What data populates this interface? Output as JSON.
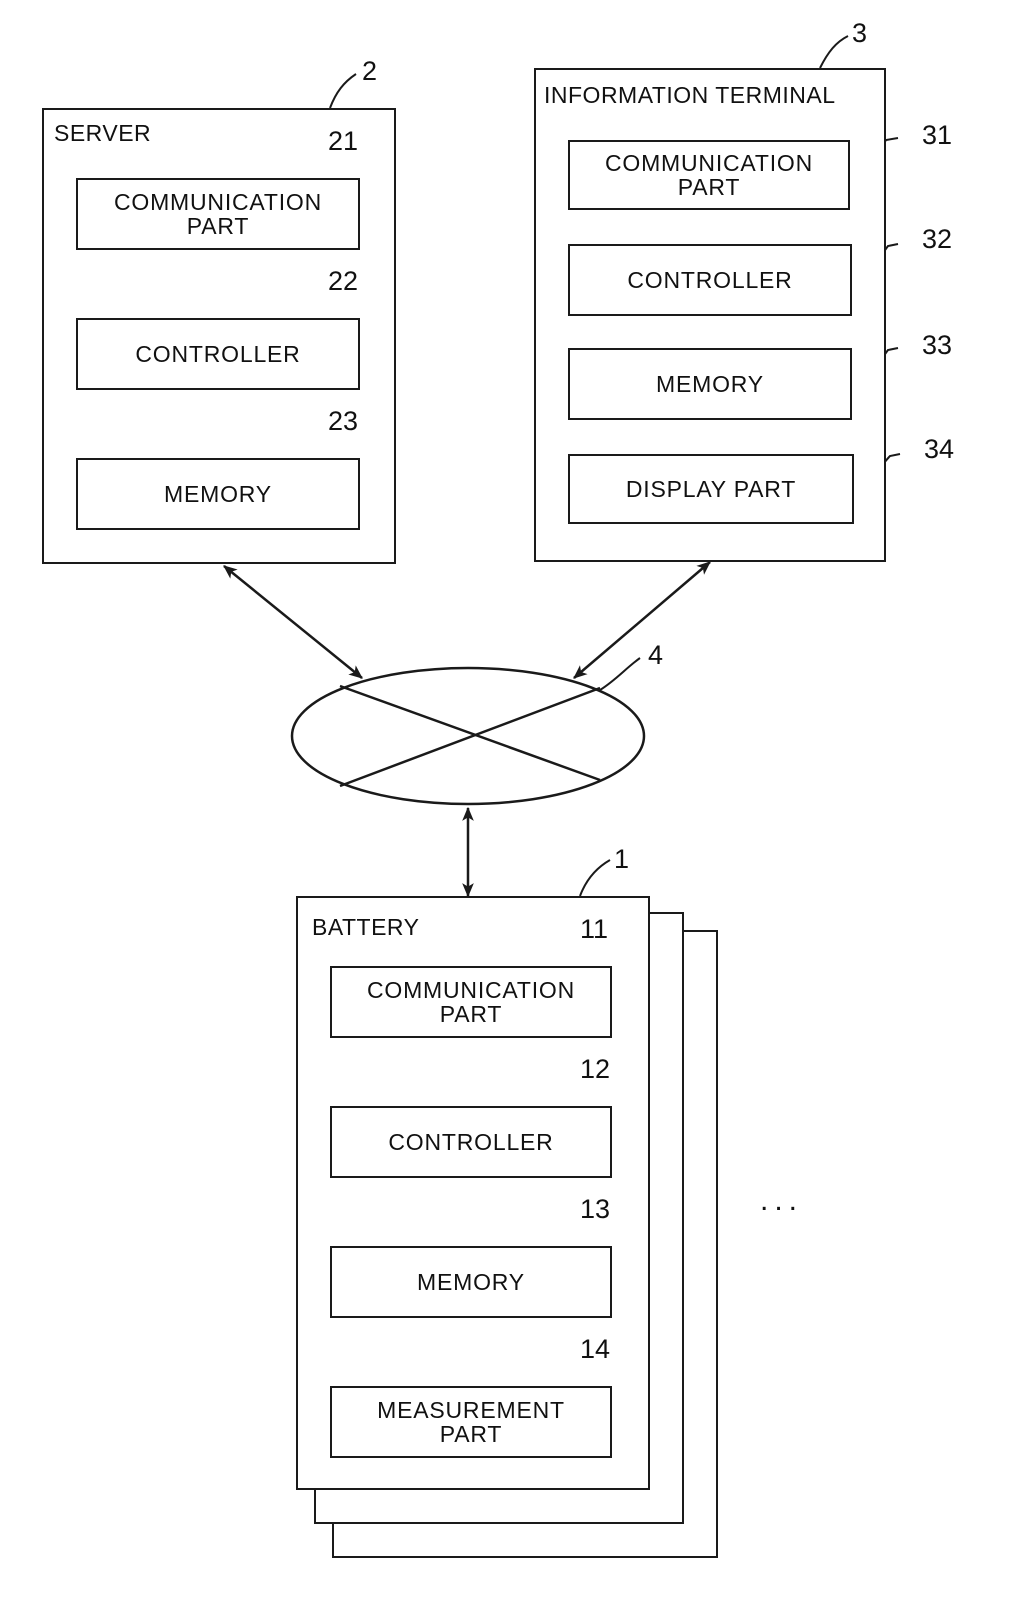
{
  "server": {
    "title": "SERVER",
    "ref": "2",
    "blocks": [
      {
        "ref": "21",
        "label": "COMMUNICATION\nPART"
      },
      {
        "ref": "22",
        "label": "CONTROLLER"
      },
      {
        "ref": "23",
        "label": "MEMORY"
      }
    ]
  },
  "terminal": {
    "title": "INFORMATION TERMINAL",
    "ref": "3",
    "blocks": [
      {
        "ref": "31",
        "label": "COMMUNICATION\nPART"
      },
      {
        "ref": "32",
        "label": "CONTROLLER"
      },
      {
        "ref": "33",
        "label": "MEMORY"
      },
      {
        "ref": "34",
        "label": "DISPLAY PART"
      }
    ]
  },
  "network": {
    "ref": "4"
  },
  "battery": {
    "title": "BATTERY",
    "ref": "1",
    "blocks": [
      {
        "ref": "11",
        "label": "COMMUNICATION\nPART"
      },
      {
        "ref": "12",
        "label": "CONTROLLER"
      },
      {
        "ref": "13",
        "label": "MEMORY"
      },
      {
        "ref": "14",
        "label": "MEASUREMENT\nPART"
      }
    ]
  },
  "more_indicator": "..."
}
